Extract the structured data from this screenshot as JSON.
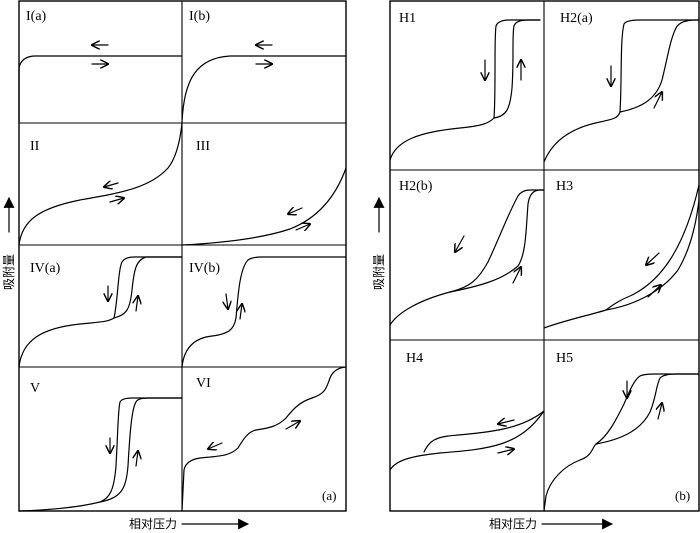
{
  "figure_a": {
    "corner_label": "(a)",
    "y_axis_label": "吸附量",
    "x_axis_label": "相对压力",
    "panels": [
      {
        "id": "Ia",
        "label": "I(a)"
      },
      {
        "id": "Ib",
        "label": "I(b)"
      },
      {
        "id": "II",
        "label": "II"
      },
      {
        "id": "III",
        "label": "III"
      },
      {
        "id": "IVa",
        "label": "IV(a)"
      },
      {
        "id": "IVb",
        "label": "IV(b)"
      },
      {
        "id": "V",
        "label": "V"
      },
      {
        "id": "VI",
        "label": "VI"
      }
    ]
  },
  "figure_b": {
    "corner_label": "(b)",
    "y_axis_label": "吸附量",
    "x_axis_label": "相对压力",
    "panels": [
      {
        "id": "H1",
        "label": "H1"
      },
      {
        "id": "H2a",
        "label": "H2(a)"
      },
      {
        "id": "H2b",
        "label": "H2(b)"
      },
      {
        "id": "H3",
        "label": "H3"
      },
      {
        "id": "H4",
        "label": "H4"
      },
      {
        "id": "H5",
        "label": "H5"
      }
    ]
  }
}
